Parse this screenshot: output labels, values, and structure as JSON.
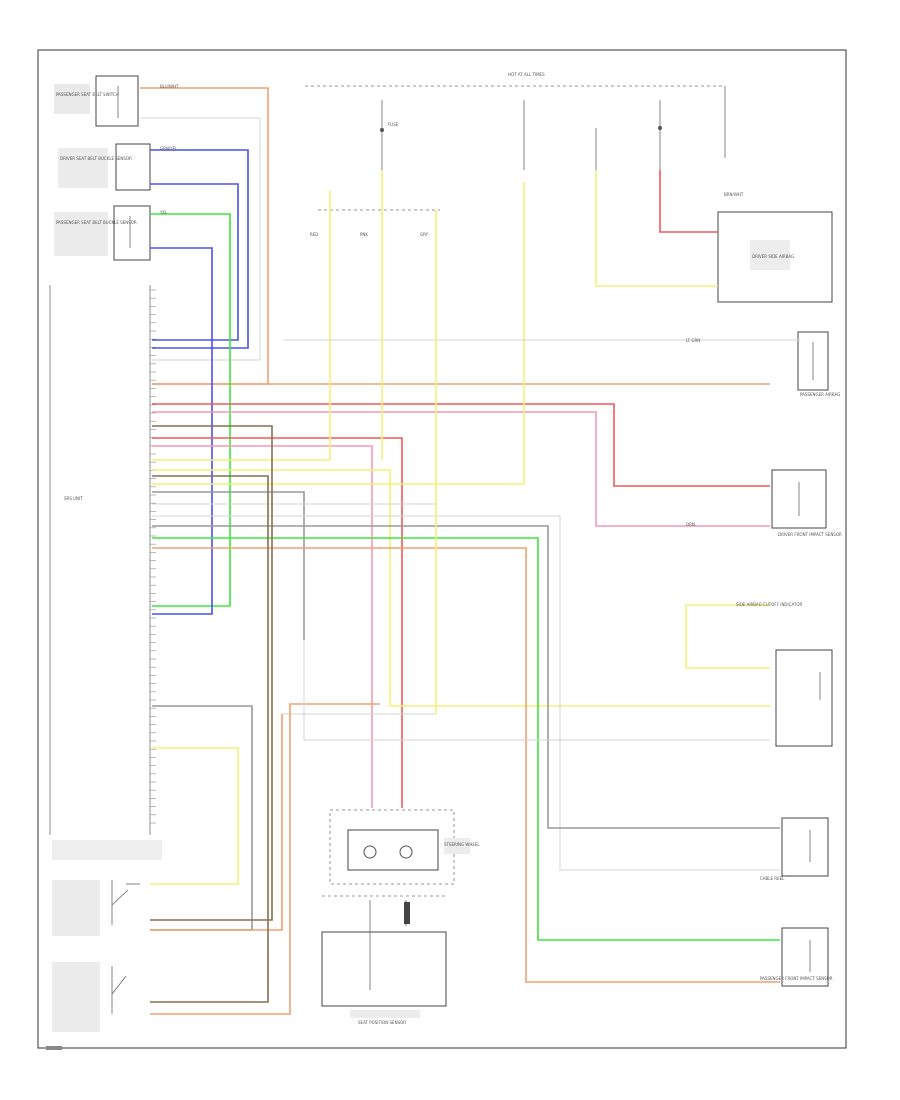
{
  "diagram": {
    "blurred_labels": [
      "PASSENGER SEAT BELT SWITCH",
      "DRIVER SEAT BELT BUCKLE SENSOR",
      "PASSENGER SEAT BELT BUCKLE SENSOR",
      "HOT AT ALL TIMES",
      "FUSE",
      "SRS UNIT",
      "DRIVER SIDE AIRBAG",
      "PASSENGER AIRBAG",
      "DRIVER FRONT IMPACT SENSOR",
      "PASSENGER FRONT IMPACT SENSOR",
      "CABLE REEL",
      "STEERING WHEEL",
      "SEAT POSITION SENSOR",
      "SIDE AIRBAG CUTOFF INDICATOR",
      "BRN/WHT",
      "BLU/WHT",
      "GRN/YEL",
      "YEL",
      "RED",
      "PNK",
      "GRY",
      "LT GRN",
      "ORN"
    ]
  },
  "palette": {
    "wire_orange": "#f3a070",
    "wire_blue": "#4a50e8",
    "wire_green": "#3ce83c",
    "wire_yellow": "#f3f07a",
    "wire_red": "#f05a5a",
    "wire_pink": "#f39ab4",
    "wire_gray": "#9a9a9a",
    "wire_brown": "#8a6e4e",
    "wire_lightgray": "#d6d6d6",
    "frame": "#555555"
  },
  "icons": [
    "switch-icon",
    "sensor-icon",
    "airbag-icon",
    "fuse-icon",
    "connector-icon",
    "ground-icon"
  ]
}
